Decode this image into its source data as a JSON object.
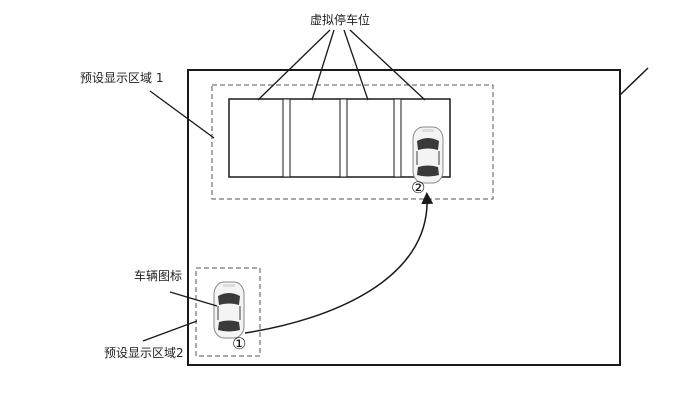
{
  "labels": {
    "virtual_slots": "虚拟停车位",
    "preset_area_1": "预设显示区域 1",
    "vehicle_icon": "车辆图标",
    "preset_area_2": "预设显示区域2"
  },
  "markers": {
    "start": "①",
    "end": "②"
  },
  "colors": {
    "line": "#1a1a1a",
    "dash": "#555555",
    "car_body": "#f2f2f2",
    "car_glass": "#3a3a3a"
  }
}
